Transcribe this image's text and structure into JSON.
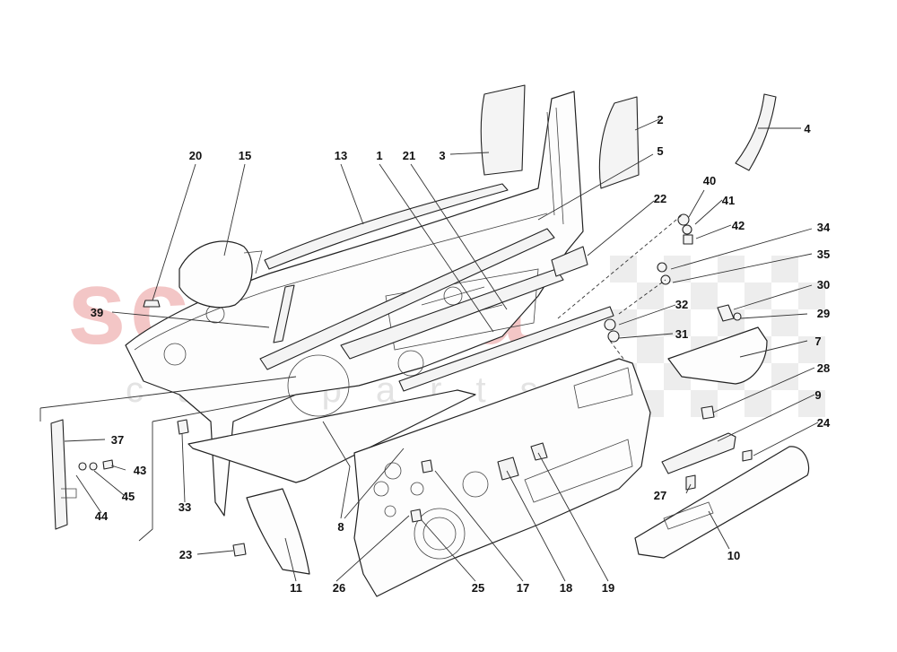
{
  "watermark": {
    "brand": "scuderia",
    "sub": "car parts",
    "color": "#f3c6c6"
  },
  "callouts": [
    {
      "id": "c1",
      "text": "1"
    },
    {
      "id": "c2",
      "text": "2"
    },
    {
      "id": "c3",
      "text": "3"
    },
    {
      "id": "c4",
      "text": "4"
    },
    {
      "id": "c5",
      "text": "5"
    },
    {
      "id": "c7",
      "text": "7"
    },
    {
      "id": "c8",
      "text": "8"
    },
    {
      "id": "c9",
      "text": "9"
    },
    {
      "id": "c10",
      "text": "10"
    },
    {
      "id": "c11",
      "text": "11"
    },
    {
      "id": "c13",
      "text": "13"
    },
    {
      "id": "c15",
      "text": "15"
    },
    {
      "id": "c17",
      "text": "17"
    },
    {
      "id": "c18",
      "text": "18"
    },
    {
      "id": "c19",
      "text": "19"
    },
    {
      "id": "c20",
      "text": "20"
    },
    {
      "id": "c21",
      "text": "21"
    },
    {
      "id": "c22",
      "text": "22"
    },
    {
      "id": "c23",
      "text": "23"
    },
    {
      "id": "c24",
      "text": "24"
    },
    {
      "id": "c25",
      "text": "25"
    },
    {
      "id": "c26",
      "text": "26"
    },
    {
      "id": "c27",
      "text": "27"
    },
    {
      "id": "c28",
      "text": "28"
    },
    {
      "id": "c29",
      "text": "29"
    },
    {
      "id": "c30",
      "text": "30"
    },
    {
      "id": "c31",
      "text": "31"
    },
    {
      "id": "c32",
      "text": "32"
    },
    {
      "id": "c33",
      "text": "33"
    },
    {
      "id": "c34",
      "text": "34"
    },
    {
      "id": "c35",
      "text": "35"
    },
    {
      "id": "c37",
      "text": "37"
    },
    {
      "id": "c39",
      "text": "39"
    },
    {
      "id": "c40",
      "text": "40"
    },
    {
      "id": "c41",
      "text": "41"
    },
    {
      "id": "c42",
      "text": "42"
    },
    {
      "id": "c43",
      "text": "43"
    },
    {
      "id": "c44",
      "text": "44"
    },
    {
      "id": "c45",
      "text": "45"
    }
  ]
}
